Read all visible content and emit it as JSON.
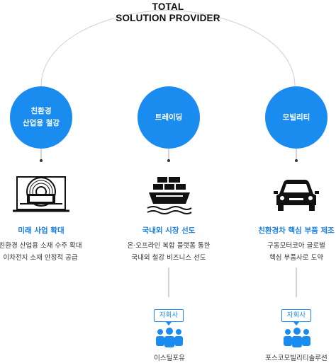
{
  "title": {
    "line1": "TOTAL",
    "line2": "SOLUTION PROVIDER"
  },
  "accent_color": "#1a8cf0",
  "columns": [
    {
      "circle_lines": [
        "친환경",
        "산업용 철강"
      ],
      "icon": "coil-machine-icon",
      "heading": "미래 사업 확대",
      "desc": [
        "친환경 산업용 소재 수주 확대",
        "이차전지 소재 안정적 공급"
      ]
    },
    {
      "circle_lines": [
        "트레이딩"
      ],
      "icon": "cargo-ship-icon",
      "heading": "국내외 시장 선도",
      "desc": [
        "온·오프라인 복합 플랫폼 통한",
        "국내외 철강 비즈니스 선도"
      ],
      "badge": "자회사",
      "company": "이스틸포유"
    },
    {
      "circle_lines": [
        "모빌리티"
      ],
      "icon": "car-icon",
      "heading": "친환경차 핵심 부품 제조",
      "desc": [
        "구동모터코아 글로벌",
        "핵심 부품사로 도약"
      ],
      "badge": "자회사",
      "company": "포스코모빌리티솔루션"
    }
  ]
}
